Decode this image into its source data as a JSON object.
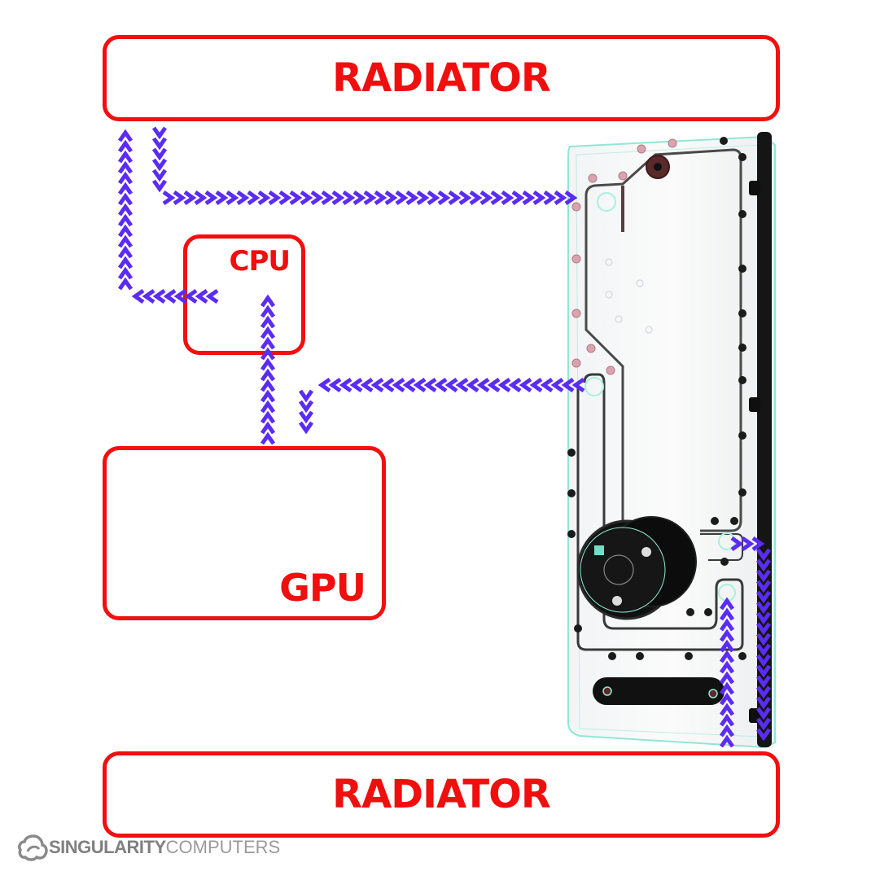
{
  "diagram": {
    "title": "Water cooling loop flow",
    "components": {
      "radiator_top": "RADIATOR",
      "radiator_bottom": "RADIATOR",
      "cpu": "CPU",
      "gpu": "GPU",
      "distro_plate": "Distribution plate with pump/reservoir"
    },
    "flow_color": "#5b2cf4",
    "box_color": "#f10f10",
    "flow_paths": [
      {
        "id": "top-radiator-to-distro",
        "direction": "down then right"
      },
      {
        "id": "cpu-to-top-radiator",
        "direction": "left then up"
      },
      {
        "id": "gpu-to-cpu",
        "direction": "up"
      },
      {
        "id": "distro-to-gpu",
        "direction": "left then down"
      },
      {
        "id": "bottom-radiator-to-distro",
        "direction": "up"
      },
      {
        "id": "distro-to-bottom-radiator",
        "direction": "right then down"
      }
    ]
  },
  "logo": {
    "bold": "SINGULARITY",
    "light": "COMPUTERS"
  }
}
